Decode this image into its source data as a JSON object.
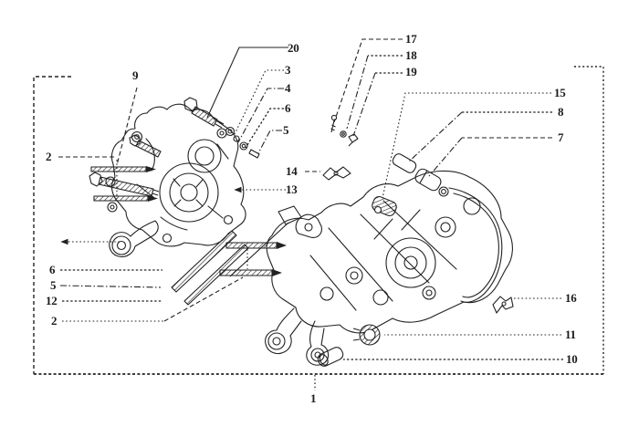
{
  "figure": {
    "kind": "exploded-parts-diagram",
    "subject": "Engine crankcase halves exploded view with numbered part callouts",
    "background_color": "#ffffff",
    "line_color": "#222222",
    "callouts": [
      {
        "n": "20"
      },
      {
        "n": "3"
      },
      {
        "n": "4"
      },
      {
        "n": "6"
      },
      {
        "n": "5"
      },
      {
        "n": "9"
      },
      {
        "n": "2"
      },
      {
        "n": "14"
      },
      {
        "n": "13"
      },
      {
        "n": "17"
      },
      {
        "n": "18"
      },
      {
        "n": "19"
      },
      {
        "n": "15"
      },
      {
        "n": "8"
      },
      {
        "n": "7"
      },
      {
        "n": "6"
      },
      {
        "n": "5"
      },
      {
        "n": "12"
      },
      {
        "n": "2"
      },
      {
        "n": "16"
      },
      {
        "n": "11"
      },
      {
        "n": "10"
      },
      {
        "n": "1"
      }
    ]
  }
}
